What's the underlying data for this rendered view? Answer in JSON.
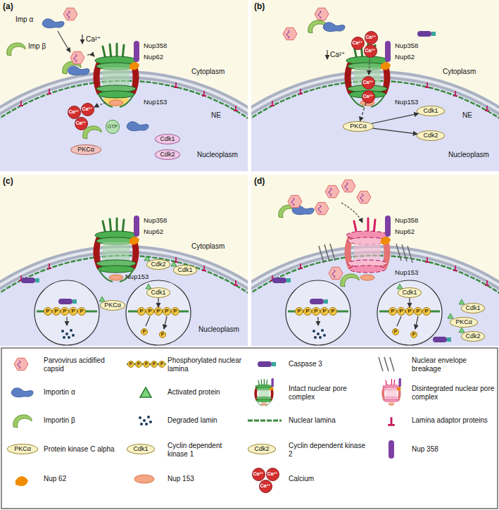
{
  "diagram": {
    "nodes": [
      {
        "text": [
          "(a)",
          "Imp α",
          "Imp β",
          "Nup358",
          "Nup62",
          "Nup153",
          "Ca²⁺",
          "Cytoplasm",
          "NE",
          "Nucleoplasm"
        ]
      },
      {
        "text": [
          "Ca²⁺"
        ],
        "in": 0
      },
      {
        "text": [
          "Ca²⁺"
        ],
        "in": 0
      },
      {
        "text": [
          "Ca²⁺"
        ],
        "in": 0
      },
      {
        "text": [
          "GTP"
        ],
        "in": 0
      },
      {
        "text": [
          "PKCα"
        ],
        "in": 0
      },
      {
        "text": [
          "Cdk1"
        ],
        "in": 0
      },
      {
        "text": [
          "Cdk2"
        ],
        "in": 0
      },
      {
        "text": [
          "(b)",
          "Nup358",
          "Nup62",
          "Nup153",
          "Ca²⁺",
          "Cytoplasm",
          "NE",
          "Nucleoplasm"
        ]
      },
      {
        "text": [
          "Ca²⁺"
        ],
        "in": 8
      },
      {
        "text": [
          "Ca²⁺"
        ],
        "in": 8
      },
      {
        "text": [
          "Ca²⁺"
        ],
        "in": 8
      },
      {
        "text": [
          "Ca²⁺"
        ],
        "in": 8
      },
      {
        "text": [
          "Ca²⁺"
        ],
        "in": 8
      },
      {
        "text": [
          "PKCα"
        ],
        "in": 8
      },
      {
        "text": [
          "Cdk1"
        ],
        "in": 8
      },
      {
        "text": [
          "Cdk2"
        ],
        "in": 8
      },
      {
        "text": [
          "(c)",
          "Nup358",
          "Nup62",
          "Nup153",
          "Cytoplasm",
          "Nucleoplasm"
        ]
      },
      {
        "text": [
          "Cdk2"
        ],
        "in": 17
      },
      {
        "text": [
          "Cdk1"
        ],
        "in": 17
      },
      {
        "text": [
          "P"
        ],
        "in": 17
      },
      {
        "text": [
          "P"
        ],
        "in": 17
      },
      {
        "text": [
          "P"
        ],
        "in": 17
      },
      {
        "text": [
          "P"
        ],
        "in": 17
      },
      {
        "text": [
          "P"
        ],
        "in": 17
      },
      {
        "text": [
          "PKCα"
        ],
        "in": 17
      },
      {
        "text": [
          "Cdk1"
        ],
        "in": 17
      },
      {
        "text": [
          "P"
        ],
        "in": 17
      },
      {
        "text": [
          "P"
        ],
        "in": 17
      },
      {
        "text": [
          "P"
        ],
        "in": 17
      },
      {
        "text": [
          "P"
        ],
        "in": 17
      },
      {
        "text": [
          "P"
        ],
        "in": 17
      },
      {
        "text": [
          "P"
        ],
        "in": 17
      },
      {
        "text": [
          "P"
        ],
        "in": 17
      },
      {
        "text": [
          "(d)",
          "Nup358",
          "Nup62",
          "Nup153"
        ]
      },
      {
        "text": [
          "P"
        ],
        "in": 34
      },
      {
        "text": [
          "P"
        ],
        "in": 34
      },
      {
        "text": [
          "P"
        ],
        "in": 34
      },
      {
        "text": [
          "P"
        ],
        "in": 34
      },
      {
        "text": [
          "P"
        ],
        "in": 34
      },
      {
        "text": [
          "Cdk1"
        ],
        "in": 34
      },
      {
        "text": [
          "P"
        ],
        "in": 34
      },
      {
        "text": [
          "P"
        ],
        "in": 34
      },
      {
        "text": [
          "P"
        ],
        "in": 34
      },
      {
        "text": [
          "P"
        ],
        "in": 34
      },
      {
        "text": [
          "P"
        ],
        "in": 34
      },
      {
        "text": [
          "P"
        ],
        "in": 34
      },
      {
        "text": [
          "P"
        ],
        "in": 34
      },
      {
        "text": [
          "PKCα"
        ],
        "in": 34
      },
      {
        "text": [
          "Cdk1"
        ],
        "in": 34
      },
      {
        "text": [
          "Cdk2"
        ],
        "in": 34
      },
      {
        "text": [
          "P"
        ]
      },
      {
        "text": [
          "P"
        ]
      },
      {
        "text": [
          "P"
        ]
      },
      {
        "text": [
          "P"
        ]
      },
      {
        "text": [
          "P"
        ]
      },
      {
        "text": [
          "PKCα"
        ]
      },
      {
        "text": [
          "Cdk1"
        ]
      },
      {
        "text": [
          "Cdk2"
        ]
      },
      {
        "text": [
          "Ca²⁺"
        ]
      },
      {
        "text": [
          "Ca²⁺"
        ]
      },
      {
        "text": [
          "Ca²⁺"
        ]
      }
    ],
    "edges": [
      {
        "from": 14,
        "to": 15,
        "arrow": "to"
      },
      {
        "from": 14,
        "to": 16,
        "arrow": "to"
      },
      {
        "from": 13,
        "to": 14,
        "arrow": "to"
      },
      {
        "from": 26,
        "to": 29,
        "arrow": "to"
      },
      {
        "from": 40,
        "to": 43,
        "arrow": "to"
      }
    ],
    "legend": [
      {
        "text": "Parvovirus acidified capsid"
      },
      {
        "text": "Phosphorylated nuclear lamina"
      },
      {
        "text": "Caspase 3"
      },
      {
        "text": "Nuclear envelope breakage"
      },
      {
        "text": "Importin α"
      },
      {
        "text": "Activated protein"
      },
      {
        "text": "Intact nuclear pore complex"
      },
      {
        "text": "Disintegrated nuclear pore complex"
      },
      {
        "text": "Importin β"
      },
      {
        "text": "Degraded lamin"
      },
      {
        "text": "Nuclear lamina"
      },
      {
        "text": "Lamina adaptor proteins"
      },
      {
        "text": "Protein kinase C alpha"
      },
      {
        "text": "Cyclin dependent kinase 1"
      },
      {
        "text": "Cyclin dependent kinase 2"
      },
      {
        "text": "Nup 358"
      },
      {
        "text": "Nup 62"
      },
      {
        "text": "Nup 153"
      },
      {
        "text": "Calcium"
      }
    ]
  }
}
